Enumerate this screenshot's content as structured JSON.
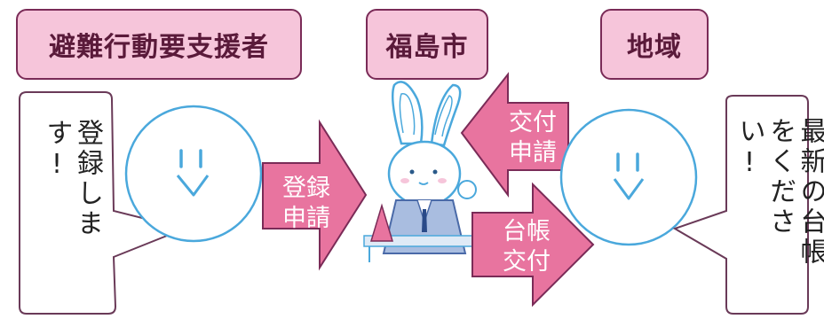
{
  "labels": {
    "persons_needing_support": "避難行動要支援者",
    "fukushima_city": "福島市",
    "community": "地域"
  },
  "bubbles": {
    "left_text": "登録します!",
    "right_text": "最新の台帳をください!"
  },
  "arrows": {
    "register_application": [
      "登録",
      "申請"
    ],
    "issue_request": [
      "交付",
      "申請"
    ],
    "ledger_issue": [
      "台帳",
      "交付"
    ]
  },
  "colors": {
    "label_fill": "#f6c5da",
    "label_border": "#7a2b57",
    "arrow_fill": "#e8749f",
    "arrow_border": "#7a2b57",
    "face_line": "#4aa8dc"
  }
}
